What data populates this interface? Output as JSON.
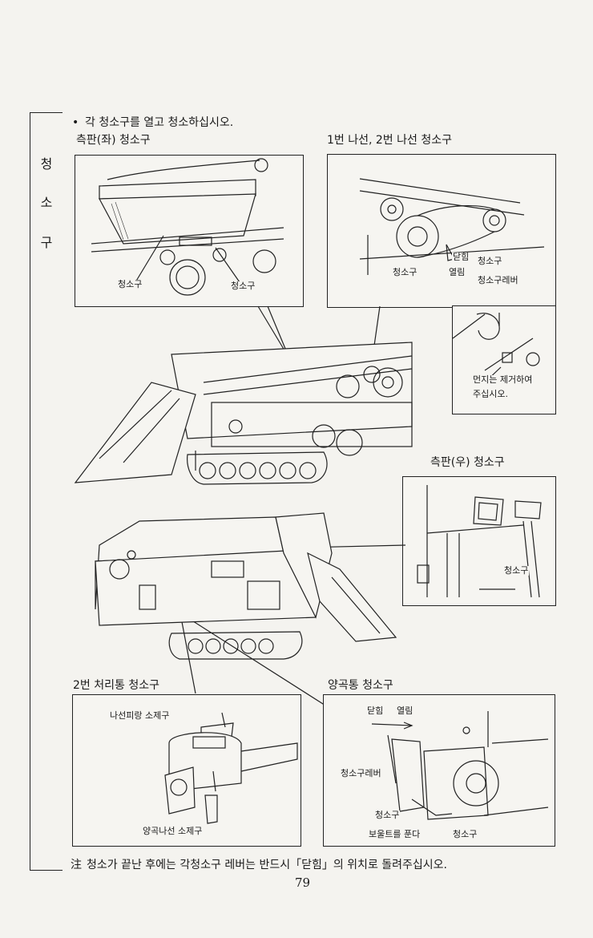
{
  "sidebar": {
    "chars": [
      "청",
      "소",
      "구"
    ]
  },
  "intro": {
    "bullet": "•",
    "text": "각 청소구를 열고 청소하십시오."
  },
  "sections": {
    "left_side": {
      "title": "측판(좌) 청소구",
      "labels": {
        "a": "청소구",
        "b": "청소구"
      }
    },
    "spiral": {
      "title": "1번 나선, 2번 나선 청소구",
      "labels": {
        "close": "닫힘",
        "open": "열림",
        "cleaner_a": "청소구",
        "cleaner_b": "청소구",
        "lever": "청소구레버"
      }
    },
    "dust_note": {
      "line1": "먼지는 제거하여",
      "line2": "주십시오."
    },
    "right_side": {
      "title": "측판(우) 청소구",
      "labels": {
        "a": "청소구"
      }
    },
    "second_tank": {
      "title": "2번 처리통 청소구",
      "labels": {
        "top": "나선피랑 소제구",
        "bottom": "양곡나선 소제구"
      }
    },
    "grain_tank": {
      "title": "양곡통 청소구",
      "labels": {
        "close": "닫힘",
        "open": "열림",
        "lever": "청소구레버",
        "cleaner_a": "청소구",
        "bolt": "보울트를 푼다",
        "cleaner_b": "청소구"
      }
    }
  },
  "footer_note": {
    "mark": "注",
    "text": "청소가 끝난 후에는 각청소구 레버는 반드시「닫힘」의 위치로 돌려주십시오."
  },
  "page_number": "79"
}
